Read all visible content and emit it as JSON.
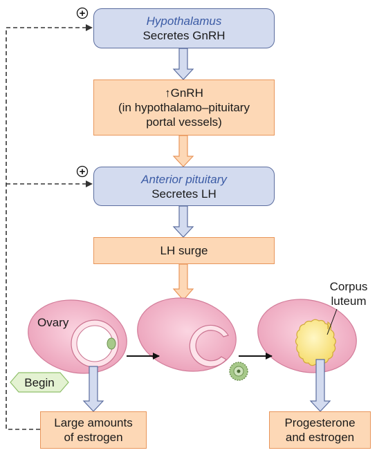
{
  "hypothalamus": {
    "title": "Hypothalamus",
    "text": "Secretes GnRH"
  },
  "gnrh_box": {
    "line1": "↑GnRH",
    "line2": "(in hypothalamo–pituitary",
    "line3": "portal vessels)"
  },
  "anterior_pituitary": {
    "title": "Anterior pituitary",
    "text": "Secretes LH"
  },
  "lh_surge": {
    "text": "LH surge"
  },
  "ovary_label": "Ovary",
  "corpus_luteum": {
    "line1": "Corpus",
    "line2": "luteum"
  },
  "begin_label": "Begin",
  "estrogen_box": {
    "line1": "Large amounts",
    "line2": "of estrogen"
  },
  "progesterone_box": {
    "line1": "Progesterone",
    "line2": "and estrogen"
  },
  "feedback_sign": "+",
  "colors": {
    "blue_fill": "#d3dbef",
    "blue_stroke": "#5a6c9e",
    "title_blue": "#3b5ba5",
    "orange_fill": "#fdd8b6",
    "orange_stroke": "#e8955a",
    "ovary_pink": "#f3b8cb",
    "follicle_green": "#a7c98a",
    "luteum_yellow": "#f9e48a",
    "begin_green": "#e4f2d2"
  }
}
